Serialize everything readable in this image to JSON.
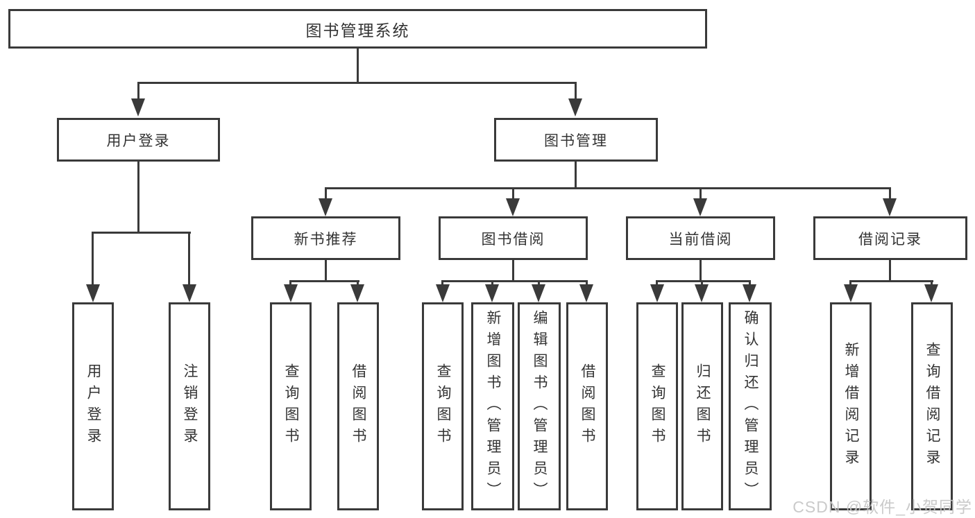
{
  "colors": {
    "line": "#3a3a3a",
    "text": "#333333",
    "watermark": "#c6c6c6",
    "background": "#ffffff"
  },
  "watermark": {
    "text": "CSDN @软件_小贺同学"
  },
  "tree": {
    "root": {
      "label": "图书管理系统",
      "children": [
        {
          "label": "用户登录",
          "children": [
            {
              "label": "用户登录"
            },
            {
              "label": "注销登录"
            }
          ]
        },
        {
          "label": "图书管理",
          "children": [
            {
              "label": "新书推荐",
              "children": [
                {
                  "label": "查询图书"
                },
                {
                  "label": "借阅图书"
                }
              ]
            },
            {
              "label": "图书借阅",
              "children": [
                {
                  "label": "查询图书"
                },
                {
                  "label": "新增图书（管理员）"
                },
                {
                  "label": "编辑图书（管理员）"
                },
                {
                  "label": "借阅图书"
                }
              ]
            },
            {
              "label": "当前借阅",
              "children": [
                {
                  "label": "查询图书"
                },
                {
                  "label": "归还图书"
                },
                {
                  "label": "确认归还（管理员）"
                }
              ]
            },
            {
              "label": "借阅记录",
              "children": [
                {
                  "label": "新增借阅记录"
                },
                {
                  "label": "查询借阅记录"
                }
              ]
            }
          ]
        }
      ]
    }
  }
}
